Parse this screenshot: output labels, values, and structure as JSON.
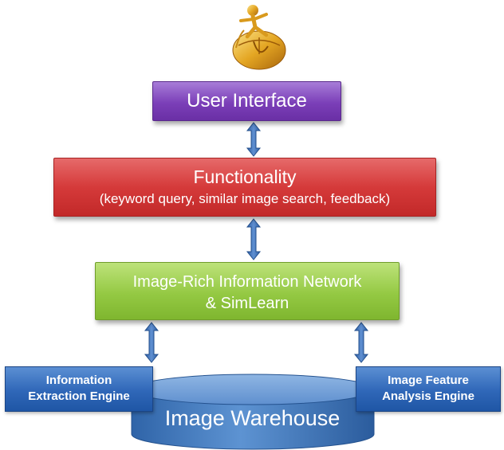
{
  "user_interface": {
    "label": "User Interface"
  },
  "functionality": {
    "title": "Functionality",
    "subtitle": "(keyword query, similar image search, feedback)"
  },
  "network": {
    "line1": "Image-Rich Information Network",
    "line2": "& SimLearn"
  },
  "engines": {
    "left": {
      "line1": "Information",
      "line2": "Extraction Engine"
    },
    "right": {
      "line1": "Image Feature",
      "line2": "Analysis Engine"
    }
  },
  "warehouse": {
    "label": "Image Warehouse"
  },
  "icons": {
    "top": "figure-on-computer-mouse-icon",
    "arrow": "double-headed-arrow-icon"
  },
  "colors": {
    "ui_box": "#7b3fb8",
    "functionality_box": "#d53a3a",
    "network_box": "#94c943",
    "engine_box": "#2f67b8",
    "warehouse": "#4f86c6",
    "arrow": "#3d6fb5"
  }
}
